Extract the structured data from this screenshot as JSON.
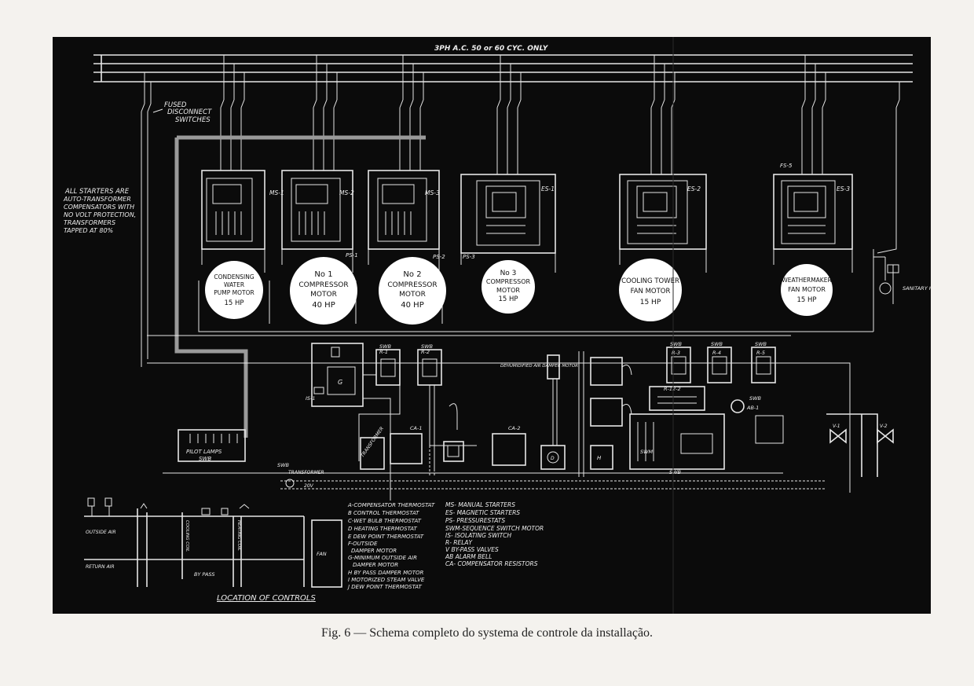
{
  "title": "3PH A.C. 50 or 60 CYC. ONLY",
  "fused_label": [
    "FUSED",
    "DISCONNECT",
    "SWITCHES"
  ],
  "note": [
    "ALL STARTERS ARE",
    "AUTO-TRANSFORMER",
    "COMPENSATORS WITH",
    "NO VOLT PROTECTION,",
    "TRANSFORMERS",
    "TAPPED AT 80%"
  ],
  "starters": [
    {
      "tag": "MS-1"
    },
    {
      "tag": "MS-2"
    },
    {
      "tag": "MS-3"
    },
    {
      "tag": "ES-1"
    },
    {
      "tag": "ES-2"
    },
    {
      "tag": "ES-3"
    }
  ],
  "motors": [
    {
      "lines": [
        "CONDENSING",
        "WATER",
        "PUMP MOTOR",
        "15 HP"
      ]
    },
    {
      "lines": [
        "No 1",
        "COMPRESSOR",
        "MOTOR",
        "40 HP"
      ]
    },
    {
      "lines": [
        "No 2",
        "COMPRESSOR",
        "MOTOR",
        "40 HP"
      ]
    },
    {
      "lines": [
        "No 3",
        "COMPRESSOR",
        "MOTOR",
        "15 HP"
      ]
    },
    {
      "lines": [
        "COOLING TOWER",
        "FAN MOTOR",
        "15 HP"
      ]
    },
    {
      "lines": [
        "WEATHERMAKER",
        "FAN MOTOR",
        "15 HP"
      ]
    }
  ],
  "pressurestats": [
    "PS-1",
    "PS-2",
    "PS-3"
  ],
  "small_tags": {
    "swb": "SWB",
    "r1": "R-1",
    "r2": "R-2",
    "r3": "R-3",
    "r4": "R-4",
    "r5": "R-5",
    "r122": "R-12-2",
    "is1": "IS-1",
    "ab1": "AB-1",
    "ca1": "CA-1",
    "ca2": "CA-2",
    "g": "G",
    "h": "H",
    "fs": "FS-5",
    "v1": "V-1",
    "v2": "V-2",
    "swm": "SWM",
    "d": "D",
    "dehumidified": "DEHUMIDIFIED AIR DAMPER MOTOR",
    "transformer": "TRANSFORMER",
    "volts": "20V",
    "sanitary": "SANITARY HOT WATER"
  },
  "pilot_lamps": [
    "PILOT LAMPS",
    "SWB"
  ],
  "location": {
    "title": "LOCATION OF CONTROLS",
    "outside_air": "OUTSIDE AIR",
    "return_air": "RETURN AIR",
    "by_pass": "BY PASS",
    "fan": "FAN",
    "coil1": "COOLING COIL",
    "coil2": "HEATING COIL"
  },
  "legend_left": [
    "A-COMPENSATOR THERMOSTAT",
    "B CONTROL THERMOSTAT",
    "C-WET BULB THERMOSTAT",
    "D HEATING THERMOSTAT",
    "E DEW POINT THERMOSTAT",
    "F-OUTSIDE",
    "   DAMPER MOTOR",
    "G-MINIMUM OUTSIDE AIR",
    "   DAMPER MOTOR",
    "H BY PASS DAMPER MOTOR",
    "I MOTORIZED STEAM VALVE",
    "J DEW POINT THERMOSTAT"
  ],
  "legend_right": [
    "MS- MANUAL STARTERS",
    "ES- MAGNETIC STARTERS",
    "PS- PRESSURESTATS",
    "SWM-SEQUENCE SWITCH MOTOR",
    "IS- ISOLATING SWITCH",
    "R-  RELAY",
    "V   BY-PASS VALVES",
    "AB  ALARM BELL",
    "CA- COMPENSATOR RESISTORS"
  ],
  "caption": "Fig. 6 — Schema completo do systema de controle da installação."
}
